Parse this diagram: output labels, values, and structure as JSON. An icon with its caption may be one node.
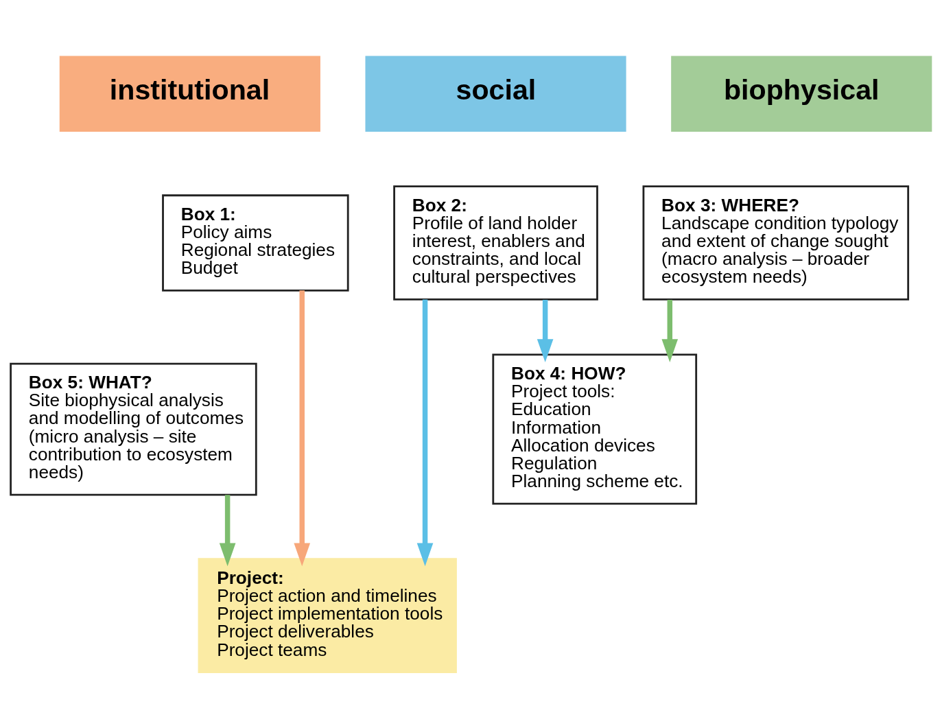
{
  "diagram": {
    "nodes": [
      {
        "text": [
          "institutional"
        ]
      },
      {
        "text": [
          "social"
        ]
      },
      {
        "text": [
          "biophysical"
        ]
      },
      {
        "text": [
          "Box 1:",
          "Policy aims",
          "Regional strategies",
          "Budget"
        ]
      },
      {
        "text": [
          "Box 2:",
          "Profile of land holder interest, enablers and constraints, and local cultural perspectives"
        ]
      },
      {
        "text": [
          "Box 3: WHERE?",
          "Landscape condition typology and extent of change sought (macro analysis – broader ecosystem needs)"
        ]
      },
      {
        "text": [
          "Box 4: HOW?",
          "Project tools:",
          "Education",
          "Information",
          "Allocation devices",
          "Regulation",
          "Planning scheme etc."
        ]
      },
      {
        "text": [
          "Box 5: WHAT?",
          "Site biophysical analysis and modelling of outcomes (micro analysis – site contribution to ecosystem needs)"
        ]
      },
      {
        "text": [
          "Project:",
          "Project action and timelines",
          "Project implementation tools",
          "Project deliverables",
          "Project teams"
        ]
      }
    ],
    "edges": [
      {
        "from": 4,
        "to": 6,
        "arrow": "to",
        "color": "#5bbfe6"
      },
      {
        "from": 5,
        "to": 6,
        "arrow": "to",
        "color": "#7dbd6e"
      },
      {
        "from": 4,
        "to": 8,
        "arrow": "to",
        "color": "#5bbfe6"
      },
      {
        "from": 3,
        "to": 8,
        "arrow": "to",
        "color": "#f7a77a"
      },
      {
        "from": 7,
        "to": 8,
        "arrow": "to",
        "color": "#7dbd6e"
      }
    ]
  }
}
